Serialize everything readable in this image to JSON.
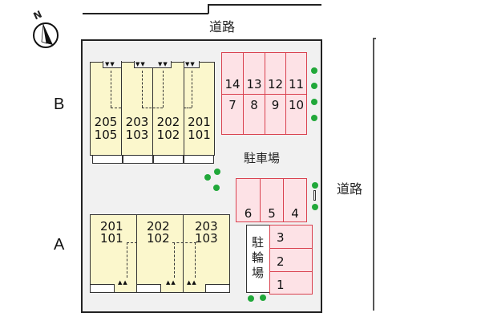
{
  "compass": {
    "label": "N",
    "icon": "north-arrow-icon"
  },
  "roads": {
    "top_label": "道路",
    "right_label": "道路"
  },
  "buildings": {
    "B": {
      "letter": "B",
      "units": [
        {
          "upper": "205",
          "lower": "105"
        },
        {
          "upper": "203",
          "lower": "103"
        },
        {
          "upper": "202",
          "lower": "102"
        },
        {
          "upper": "201",
          "lower": "101"
        }
      ]
    },
    "A": {
      "letter": "A",
      "units": [
        {
          "upper": "201",
          "lower": "101"
        },
        {
          "upper": "202",
          "lower": "102"
        },
        {
          "upper": "203",
          "lower": "103"
        }
      ]
    }
  },
  "parking": {
    "label": "駐車場",
    "top_row": [
      "14",
      "13",
      "12",
      "11"
    ],
    "bottom_row": [
      "7",
      "8",
      "9",
      "10"
    ],
    "middle_row": [
      "6",
      "5",
      "4"
    ],
    "side_column": [
      "3",
      "2",
      "1"
    ]
  },
  "bicycle_parking": {
    "label_chars": [
      "駐",
      "輪",
      "場"
    ]
  },
  "colors": {
    "unit_fill": "#fbf7cc",
    "parking_fill": "#fde2e6",
    "parking_border": "#d9414f",
    "tree": "#21a83a",
    "lot_fill": "#f1f1f1"
  }
}
